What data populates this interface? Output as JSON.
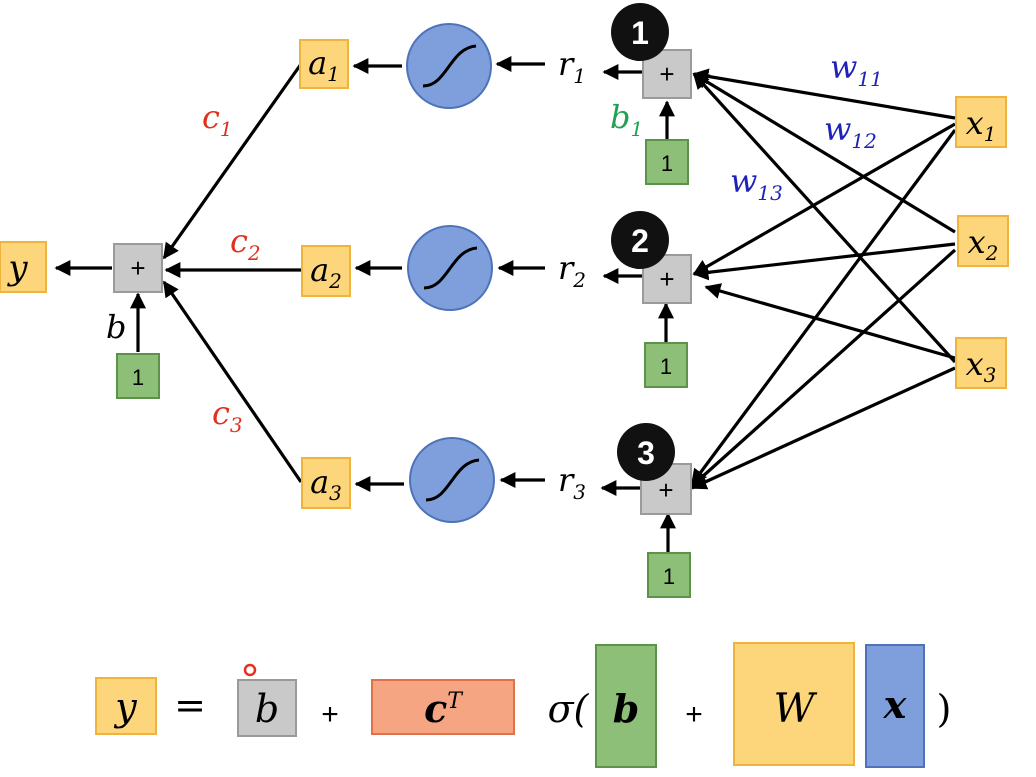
{
  "colors": {
    "yellow_fill": "#FDD67C",
    "yellow_stroke": "#F0B43C",
    "green_fill": "#8DBF78",
    "green_stroke": "#5C9447",
    "gray_fill": "#C9C9C9",
    "gray_stroke": "#9A9A9A",
    "blue_fill": "#7E9FDC",
    "blue_stroke": "#4E73B8",
    "red_text": "#E0301E",
    "blue_text": "#1F22B8",
    "green_text": "#22A052",
    "salmon_fill": "#F6A582",
    "salmon_stroke": "#E0714A",
    "badge_fill": "#111111"
  },
  "labels": {
    "y": "y",
    "plus": "+",
    "one": "1",
    "b": "b",
    "b1_base": "b",
    "b1_sub": "1",
    "c_base": "c",
    "c1_sub": "1",
    "c2_sub": "2",
    "c3_sub": "3",
    "a_base": "a",
    "a1_sub": "1",
    "a2_sub": "2",
    "a3_sub": "3",
    "r_base": "r",
    "r1_sub": "1",
    "r2_sub": "2",
    "r3_sub": "3",
    "x_base": "x",
    "x1_sub": "1",
    "x2_sub": "2",
    "x3_sub": "3",
    "w_base": "w",
    "w11_sub": "11",
    "w12_sub": "12",
    "w13_sub": "13",
    "badge1": "1",
    "badge2": "2",
    "badge3": "3"
  },
  "equation": {
    "y": "y",
    "equals": "=",
    "b_scalar": "b",
    "plus": "+",
    "c": "c",
    "c_sup": "T",
    "sigma_open": "σ(",
    "b_vector": "b",
    "W": "W",
    "x": "x",
    "close": ")"
  }
}
